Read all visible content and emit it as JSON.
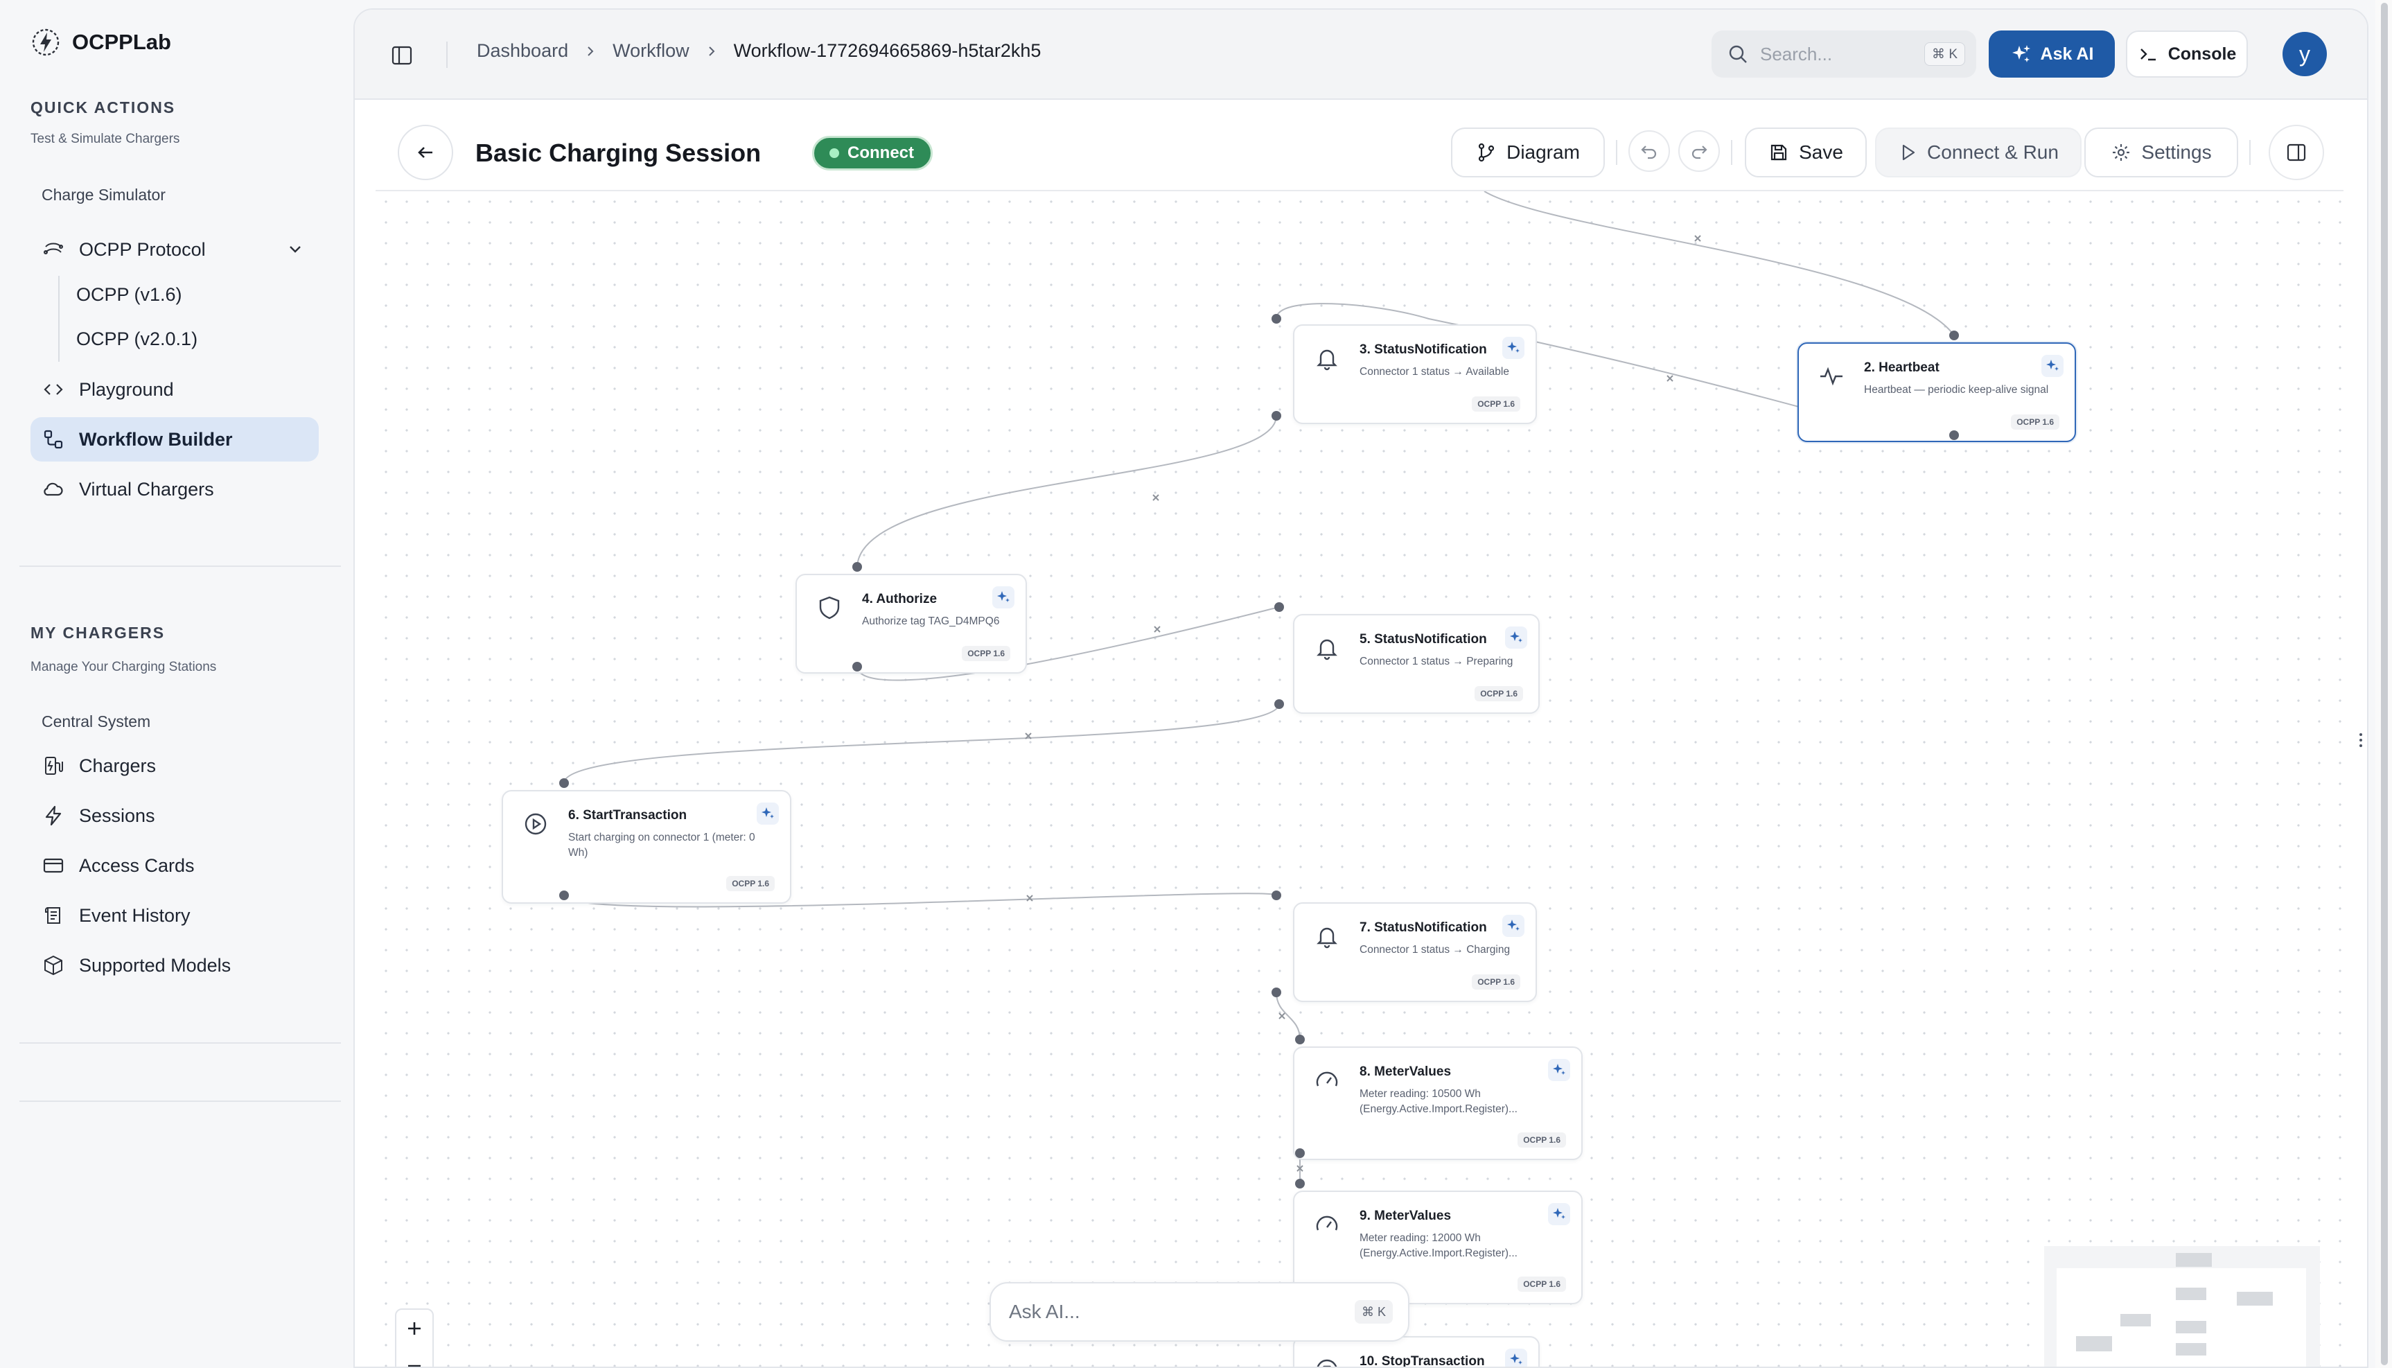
{
  "brand": {
    "name": "OCPPLab"
  },
  "sidebar": {
    "quick_actions": {
      "title": "QUICK ACTIONS",
      "subtitle": "Test & Simulate Chargers",
      "group": "Charge Simulator"
    },
    "ocpp": {
      "label": "OCPP Protocol",
      "children": [
        "OCPP (v1.6)",
        "OCPP (v2.0.1)"
      ]
    },
    "nav_top": [
      {
        "label": "Playground",
        "icon": "code-icon"
      },
      {
        "label": "Workflow Builder",
        "icon": "workflow-icon",
        "active": true
      },
      {
        "label": "Virtual Chargers",
        "icon": "cloud-icon"
      }
    ],
    "my_chargers": {
      "title": "MY CHARGERS",
      "subtitle": "Manage Your Charging Stations",
      "group": "Central System"
    },
    "nav_bottom": [
      {
        "label": "Chargers",
        "icon": "charger-icon"
      },
      {
        "label": "Sessions",
        "icon": "bolt-icon"
      },
      {
        "label": "Access Cards",
        "icon": "card-icon"
      },
      {
        "label": "Event History",
        "icon": "history-icon"
      },
      {
        "label": "Supported Models",
        "icon": "cube-icon"
      }
    ]
  },
  "topbar": {
    "breadcrumbs": [
      "Dashboard",
      "Workflow",
      "Workflow-1772694665869-h5tar2kh5"
    ],
    "search_placeholder": "Search...",
    "search_shortcut": "⌘ K",
    "ask_ai": "Ask AI",
    "console": "Console",
    "avatar": "y"
  },
  "toolbar": {
    "title": "Basic Charging Session",
    "status": "Connect",
    "diagram": "Diagram",
    "save": "Save",
    "connect_run": "Connect & Run",
    "settings": "Settings"
  },
  "nodes": [
    {
      "title": "2. Heartbeat",
      "desc": "Heartbeat — periodic keep-alive signal",
      "badge": "OCPP 1.6",
      "icon": "pulse-icon"
    },
    {
      "title": "3. StatusNotification",
      "desc": "Connector 1 status → Available",
      "badge": "OCPP 1.6",
      "icon": "bell-icon"
    },
    {
      "title": "4. Authorize",
      "desc": "Authorize tag TAG_D4MPQ6",
      "badge": "OCPP 1.6",
      "icon": "shield-icon"
    },
    {
      "title": "5. StatusNotification",
      "desc": "Connector 1 status → Preparing",
      "badge": "OCPP 1.6",
      "icon": "bell-icon"
    },
    {
      "title": "6. StartTransaction",
      "desc": "Start charging on connector 1 (meter: 0 Wh)",
      "badge": "OCPP 1.6",
      "icon": "play-circle-icon"
    },
    {
      "title": "7. StatusNotification",
      "desc": "Connector 1 status → Charging",
      "badge": "OCPP 1.6",
      "icon": "bell-icon"
    },
    {
      "title": "8. MeterValues",
      "desc": "Meter reading: 10500 Wh (Energy.Active.Import.Register)...",
      "badge": "OCPP 1.6",
      "icon": "gauge-icon"
    },
    {
      "title": "9. MeterValues",
      "desc": "Meter reading: 12000 Wh (Energy.Active.Import.Register)...",
      "badge": "OCPP 1.6",
      "icon": "gauge-icon"
    },
    {
      "title": "10. StopTransaction",
      "desc": "",
      "badge": "",
      "icon": "stop-circle-icon"
    }
  ],
  "ask_bar": {
    "placeholder": "Ask AI...",
    "shortcut": "⌘ K"
  },
  "zoom": {
    "in": "+",
    "out": "−"
  },
  "colors": {
    "accent": "#1f5aa6",
    "status_green": "#2e8b57",
    "active_nav": "#dbe6f6"
  }
}
